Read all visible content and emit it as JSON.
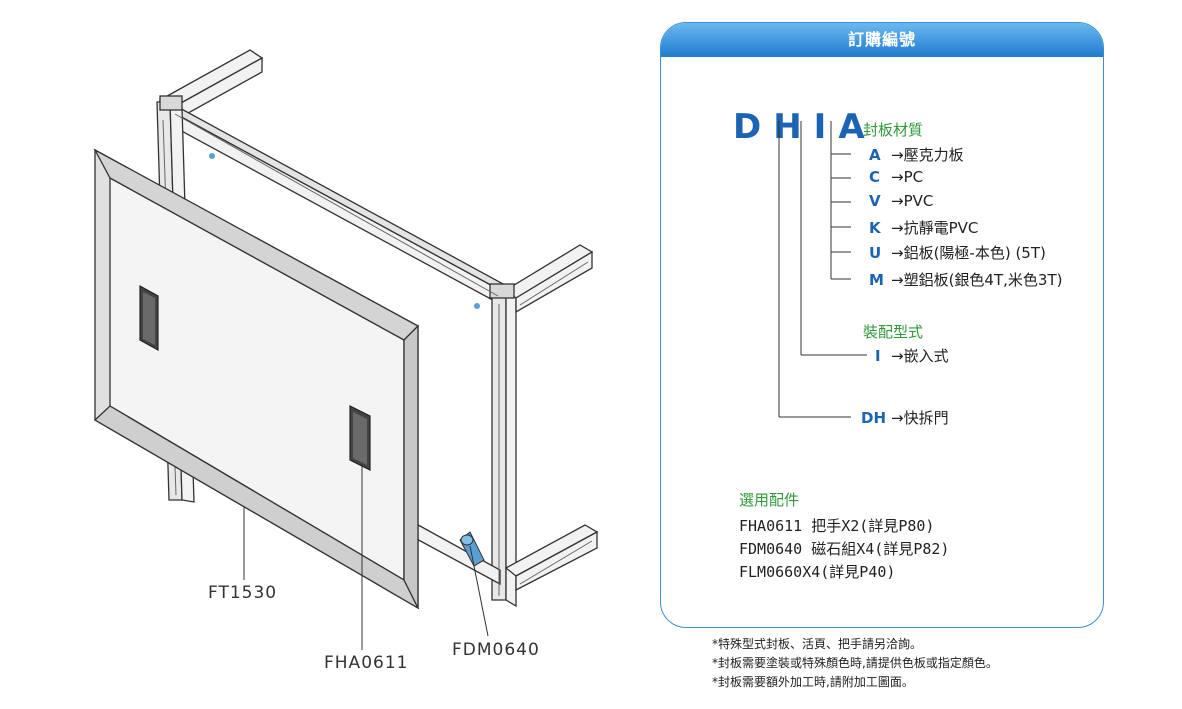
{
  "callouts": {
    "frame": "FT1530",
    "handle": "FHA0611",
    "magnet": "FDM0640"
  },
  "panel": {
    "title": "訂購編號",
    "code": "DHIA",
    "material_label": "封板材質",
    "materials": [
      {
        "key": "A",
        "desc": "→壓克力板"
      },
      {
        "key": "C",
        "desc": "→PC"
      },
      {
        "key": "V",
        "desc": "→PVC"
      },
      {
        "key": "K",
        "desc": "→抗靜電PVC"
      },
      {
        "key": "U",
        "desc": "→鋁板(陽極-本色) (5T)"
      },
      {
        "key": "M",
        "desc": "→塑鋁板(銀色4T,米色3T)"
      }
    ],
    "assembly_label": "裝配型式",
    "assembly": {
      "key": "I",
      "desc": "→嵌入式"
    },
    "door": {
      "key": "DH",
      "desc": "→快拆門"
    },
    "accessories_label": "選用配件",
    "accessories": [
      "FHA0611 把手X2(詳見P80)",
      "FDM0640 磁石組X4(詳見P82)",
      "FLM0660X4(詳見P40)"
    ]
  },
  "notes": [
    "*特殊型式封板、活頁、把手請另洽詢。",
    "*封板需要塗裝或特殊顏色時,請提供色板或指定顏色。",
    "*封板需要額外加工時,請附加工圖面。"
  ],
  "colors": {
    "accent": "#1f7cd0",
    "code_blue": "#1a63b5",
    "label_green": "#2e9a3a"
  }
}
